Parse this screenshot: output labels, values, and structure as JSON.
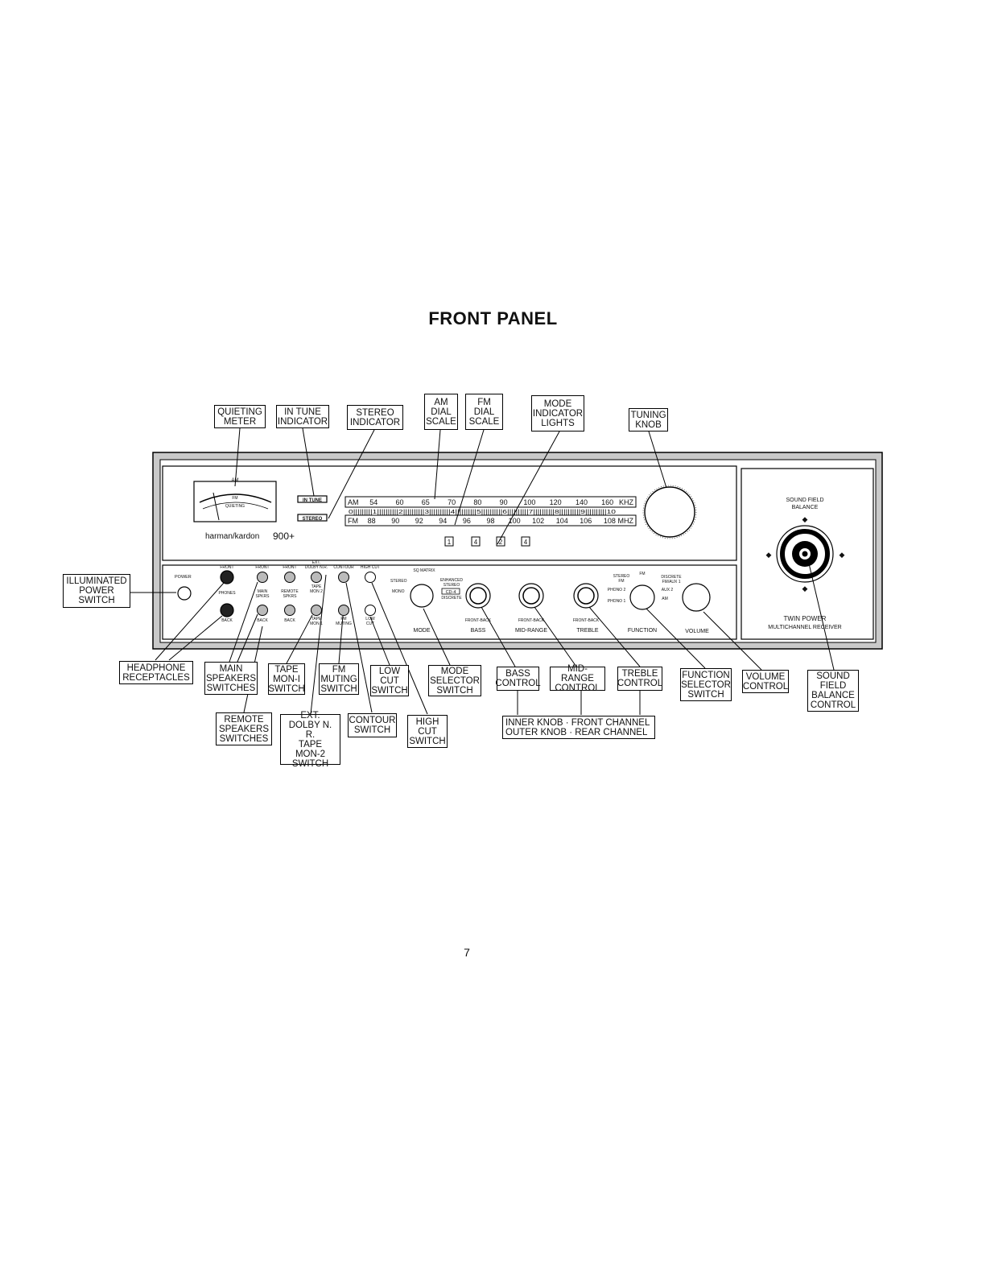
{
  "page_title": "FRONT PANEL",
  "page_number": "7",
  "panel": {
    "brand": "harman/kardon",
    "model": "900+",
    "meter_am": "AM",
    "meter_fm": "FM",
    "meter_label": "QUIETING",
    "in_tune": "IN TUNE",
    "stereo": "STEREO",
    "am_row": [
      "AM",
      "54",
      "60",
      "65",
      "70",
      "80",
      "90",
      "100",
      "120",
      "140",
      "160",
      "KHZ"
    ],
    "fm_row": [
      "FM",
      "88",
      "90",
      "92",
      "94",
      "96",
      "98",
      "100",
      "102",
      "104",
      "106",
      "108",
      "MHZ"
    ],
    "log_scale": "0|||||||||1||||||||||2||||||||||3||||||||||4||||||||||5||||||||||6||||||||||7||||||||||8||||||||||9||||||||||10",
    "mode_lights": [
      "1",
      "4",
      "2",
      "4"
    ],
    "sound_field": "SOUND FIELD\nBALANCE",
    "twin_power": "TWIN POWER\nMULTICHANNEL RECEIVER",
    "controls": {
      "power": "POWER",
      "phones": "PHONES",
      "front1": "FRONT",
      "front2": "FRONT",
      "front3": "FRONT",
      "back1": "BACK",
      "back2": "BACK",
      "back3": "BACK",
      "main_spkrs": "MAIN\nSPKRS",
      "remote_spkrs": "REMOTE\nSPKRS",
      "ext_dolby": "EXT.\nDOLBY N.R.",
      "tape_mon2": "TAPE\nMON 2",
      "tape_mon1": "TAPE\nMON 1",
      "contour": "CONTOUR",
      "fm_muting": "FM\nMUTING",
      "high_cut": "HIGH CUT",
      "low_cut": "LOW\nCUT",
      "sq_matrix": "SQ MATRIX",
      "stereo_mode": "STEREO",
      "mono": "MONO",
      "enhanced": "ENHANCED\nSTEREO",
      "cd4": "CD-4",
      "discrete": "DISCRETE",
      "mode": "MODE",
      "bass": "BASS",
      "mid_range": "MID-RANGE",
      "treble": "TREBLE",
      "function": "FUNCTION",
      "volume": "VOLUME",
      "front_back": "FRONT-BACK",
      "stereo_fm": "STEREO\nFM",
      "fm_fn": "FM",
      "discrete_fn": "DISCRETE\nFM/AUX 1",
      "phono2": "PHONO 2",
      "phono1": "PHONO 1",
      "aux2": "AUX 2",
      "am_fn": "AM"
    }
  },
  "callouts": {
    "quieting_meter": "QUIETING\nMETER",
    "in_tune_indicator": "IN TUNE\nINDICATOR",
    "stereo_indicator": "STEREO\nINDICATOR",
    "am_dial_scale": "AM\nDIAL\nSCALE",
    "fm_dial_scale": "FM\nDIAL\nSCALE",
    "mode_indicator_lights": "MODE\nINDICATOR\nLIGHTS",
    "tuning_knob": "TUNING\nKNOB",
    "illuminated_power_switch": "ILLUMINATED\nPOWER\nSWITCH",
    "headphone_receptacles": "HEADPHONE\nRECEPTACLES",
    "main_speakers_switches": "MAIN\nSPEAKERS\nSWITCHES",
    "tape_mon1_switch": "TAPE\nMON-I\nSWITCH",
    "fm_muting_switch": "FM\nMUTING\nSWITCH",
    "low_cut_switch": "LOW\nCUT\nSWITCH",
    "mode_selector_switch": "MODE\nSELECTOR\nSWITCH",
    "bass_control": "BASS\nCONTROL",
    "mid_range_control": "MID-RANGE\nCONTROL",
    "treble_control": "TREBLE\nCONTROL",
    "function_selector_switch": "FUNCTION\nSELECTOR\nSWITCH",
    "volume_control": "VOLUME\nCONTROL",
    "sound_field_balance_control": "SOUND\nFIELD\nBALANCE\nCONTROL",
    "remote_speakers_switches": "REMOTE\nSPEAKERS\nSWITCHES",
    "ext_dolby_tape_mon2_switch": "EXT.\nDOLBY N. R.\nTAPE\nMON-2\nSWITCH",
    "contour_switch": "CONTOUR\nSWITCH",
    "high_cut_switch": "HIGH\nCUT\nSWITCH",
    "knob_note": "INNER KNOB · FRONT CHANNEL\nOUTER KNOB · REAR CHANNEL"
  }
}
